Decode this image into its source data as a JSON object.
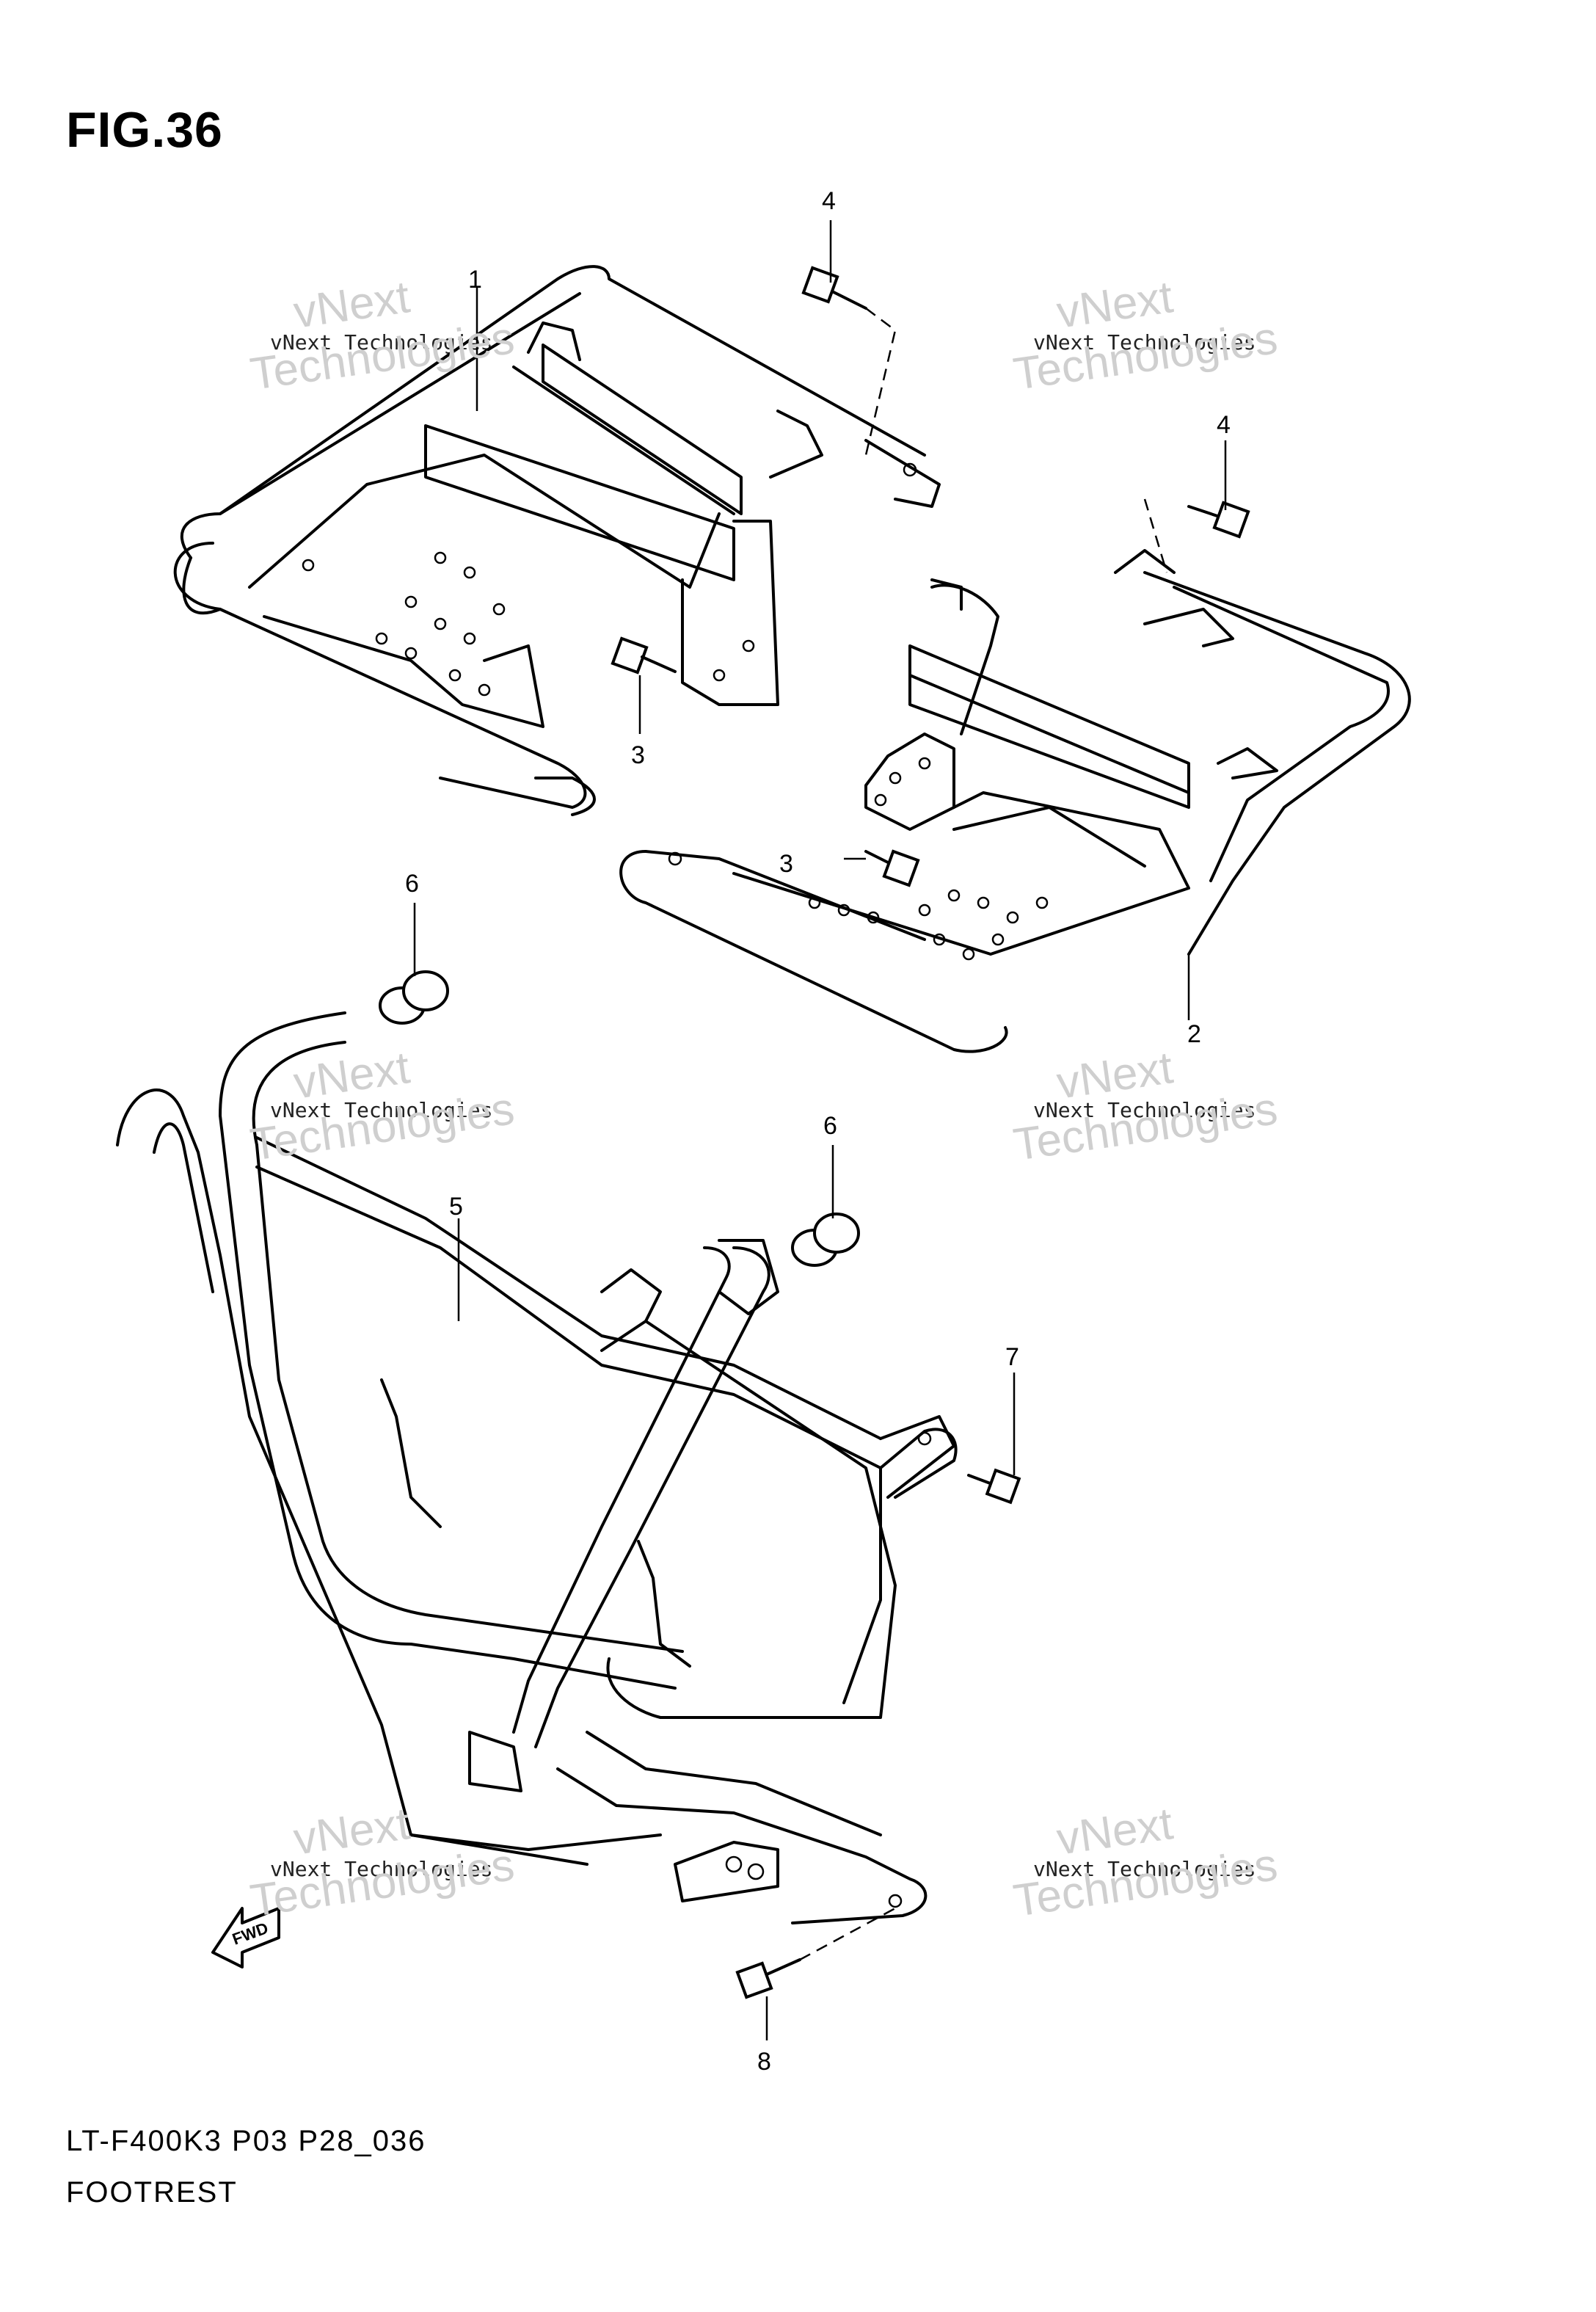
{
  "figure": {
    "title": "FIG.36",
    "code": "LT-F400K3 P03 P28_036",
    "name": "FOOTREST"
  },
  "watermark": {
    "line1": "vNext Technologies",
    "line2": "vNext",
    "line3": "Technologies"
  },
  "callouts": [
    "1",
    "2",
    "3",
    "3",
    "4",
    "4",
    "5",
    "6",
    "6",
    "7",
    "8"
  ],
  "arrow_label": "FWD"
}
